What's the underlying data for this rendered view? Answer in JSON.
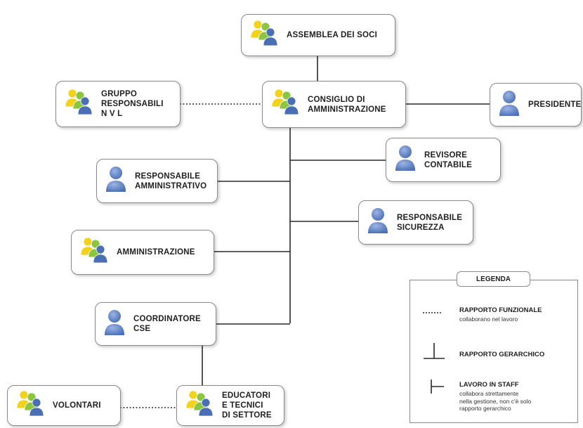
{
  "nodes": {
    "assemblea": {
      "label": "ASSEMBLEA DEI SOCI",
      "icon": "group-icon"
    },
    "gruppo": {
      "label": "GRUPPO\nRESPONSABILI\nN V L",
      "icon": "group-icon"
    },
    "consiglio": {
      "label": "CONSIGLIO DI\nAMMINISTRAZIONE",
      "icon": "group-icon"
    },
    "presidente": {
      "label": "PRESIDENTE",
      "icon": "person-icon"
    },
    "revisore": {
      "label": "REVISORE\nCONTABILE",
      "icon": "person-icon"
    },
    "resp_amm": {
      "label": "RESPONSABILE\nAMMINISTRATIVO",
      "icon": "person-icon"
    },
    "resp_sic": {
      "label": "RESPONSABILE\nSICUREZZA",
      "icon": "person-icon"
    },
    "amministrazione": {
      "label": "AMMINISTRAZIONE",
      "icon": "group-icon"
    },
    "coordinatore": {
      "label": "COORDINATORE\nCSE",
      "icon": "person-icon"
    },
    "volontari": {
      "label": "VOLONTARI",
      "icon": "group-icon"
    },
    "educatori": {
      "label": "EDUCATORI\nE TECNICI\nDI SETTORE",
      "icon": "group-icon"
    }
  },
  "legend": {
    "title": "LEGENDA",
    "items": [
      {
        "label": "RAPPORTO FUNZIONALE",
        "desc": "collaborano nel lavoro",
        "symbol": "dotted-line"
      },
      {
        "label": "RAPPORTO GERARCHICO",
        "desc": "",
        "symbol": "hierarchy-line"
      },
      {
        "label": "LAVORO IN STAFF",
        "desc": "collabora strettamente\nnella gestione, non c'è solo\nrapporto gerarchico",
        "symbol": "staff-line"
      }
    ]
  },
  "colors": {
    "line": "#2a2a2a",
    "border": "#8a8a8a",
    "person": "#4a6fb5",
    "group_yellow": "#f2d21a",
    "group_green": "#8cc63f",
    "group_blue": "#4a6fb5"
  }
}
